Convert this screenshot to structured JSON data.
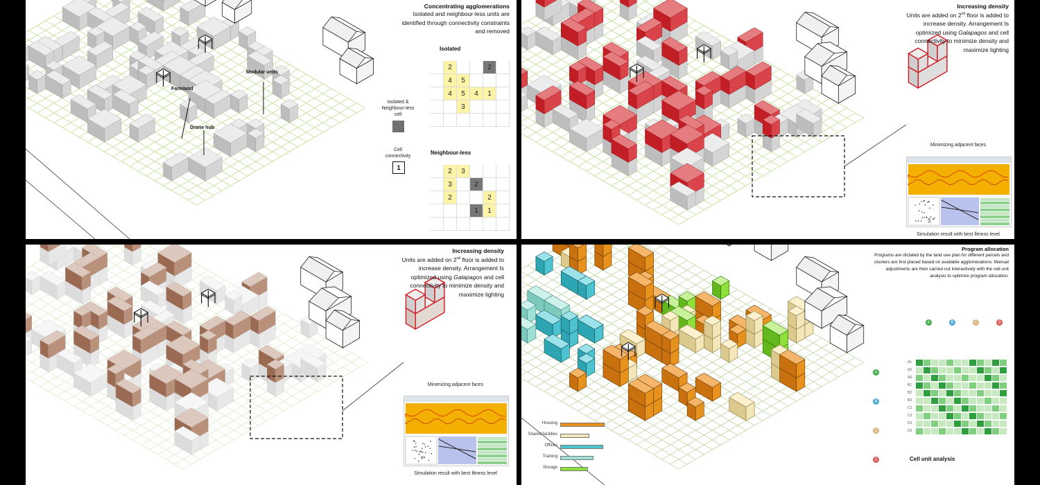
{
  "panel1": {
    "title": "Concentrating agglomerations",
    "description": "Isolated and neighbour-less units are identified through connectivity constraints and removed",
    "labels": {
      "farmland": "Farmland",
      "modular_units": "Modular units",
      "drone_hub": "Drone hub"
    },
    "legend": {
      "isolated_label": "Isolated & Neighbour-less cell",
      "connectivity_label": "Cell connectivity",
      "connectivity_value": "1"
    },
    "isolated": {
      "title": "Isolated",
      "cells": [
        "2",
        "2",
        "4",
        "5",
        "4",
        "5",
        "4",
        "1",
        "3"
      ]
    },
    "neighbourless": {
      "title": "Neighbour-less",
      "cells": [
        "2",
        "3",
        "3",
        "2",
        "2",
        "2",
        "1",
        "1"
      ]
    }
  },
  "panel2": {
    "title": "Increasing density",
    "description_a": "Units are added on 2",
    "description_sup": "nd",
    "description_b": " floor is added to increase density. Arrangement Is optimized using ",
    "description_italic": "Galapagos",
    "description_c": " and cell connectivity to minimize density and maximize lighting",
    "caption_faces": "Minimizing adjacent faces",
    "caption_sim": "Simulation result with best fitness level"
  },
  "panel3": {
    "title": "Increasing density",
    "description_a": "Units are added on 2",
    "description_sup": "nd",
    "description_b": " floor is added to increase density. Arrangement Is optimized using ",
    "description_italic": "Galapagos",
    "description_c": " and cell connectivity to minimize density and maximize lighting",
    "caption_faces": "Minimizing adjacent faces",
    "caption_sim": "Simulation result with best fitness level"
  },
  "panel4": {
    "title": "Program allocation",
    "description": "Programs are dictated by the land use plan for different parcels and clusters are first placed based on available agglomerations. Manual adjustments are then carried out interactively with the cell unit analysis to optimize program allocation.",
    "legend": [
      {
        "name": "Housing",
        "color": "#e8921e",
        "value": 0.62
      },
      {
        "name": "Shared facilities",
        "color": "#f3e6b8",
        "value": 0.4
      },
      {
        "name": "Offices",
        "color": "#4cc3cf",
        "value": 0.6
      },
      {
        "name": "Training",
        "color": "#9ee0d8",
        "value": 0.46
      },
      {
        "name": "Storage",
        "color": "#8ee03a",
        "value": 0.38
      }
    ],
    "table_caption": "Cell unit analysis",
    "group_letters": [
      "A",
      "B",
      "C",
      "D"
    ],
    "group_colors": [
      "#3fae49",
      "#4aa6d8",
      "#d9b47a",
      "#d9534f"
    ],
    "row_codes": [
      "A1",
      "A2",
      "A3",
      "B1",
      "B2",
      "B3",
      "C1",
      "C2",
      "D1",
      "D2"
    ]
  },
  "colors": {
    "grid": "#c9e3a4",
    "cube_gray": "#bdbdbd",
    "cube_red": "#d0222a",
    "cube_brown": "#9b6a52",
    "yellow_cell": "#fbf3a6"
  }
}
